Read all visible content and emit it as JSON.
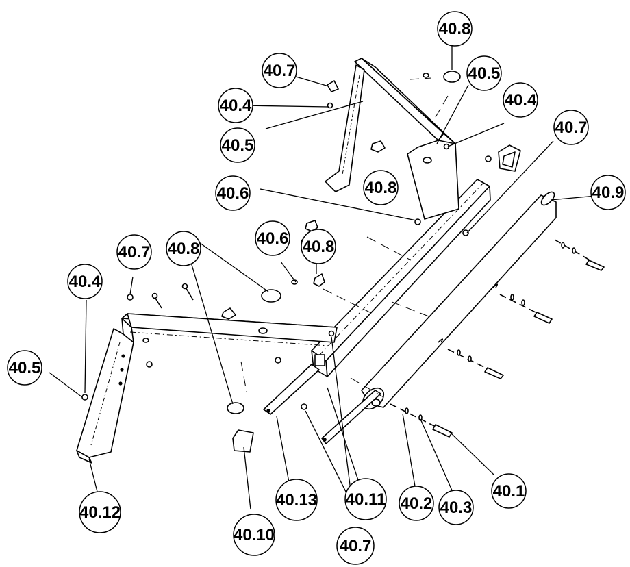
{
  "callouts": [
    {
      "id": "c-40-8-top",
      "label": "40.8"
    },
    {
      "id": "c-40-7-top",
      "label": "40.7"
    },
    {
      "id": "c-40-5-top",
      "label": "40.5"
    },
    {
      "id": "c-40-4-topleft",
      "label": "40.4"
    },
    {
      "id": "c-40-4-topright",
      "label": "40.4"
    },
    {
      "id": "c-40-5-mid",
      "label": "40.5"
    },
    {
      "id": "c-40-7-right",
      "label": "40.7"
    },
    {
      "id": "c-40-9",
      "label": "40.9"
    },
    {
      "id": "c-40-6-top",
      "label": "40.6"
    },
    {
      "id": "c-40-8-mid",
      "label": "40.8"
    },
    {
      "id": "c-40-7-left",
      "label": "40.7"
    },
    {
      "id": "c-40-8-left",
      "label": "40.8"
    },
    {
      "id": "c-40-6-center",
      "label": "40.6"
    },
    {
      "id": "c-40-8-center",
      "label": "40.8"
    },
    {
      "id": "c-40-4-left",
      "label": "40.4"
    },
    {
      "id": "c-40-5-left",
      "label": "40.5"
    },
    {
      "id": "c-40-12",
      "label": "40.12"
    },
    {
      "id": "c-40-13",
      "label": "40.13"
    },
    {
      "id": "c-40-11",
      "label": "40.11"
    },
    {
      "id": "c-40-2",
      "label": "40.2"
    },
    {
      "id": "c-40-3",
      "label": "40.3"
    },
    {
      "id": "c-40-1",
      "label": "40.1"
    },
    {
      "id": "c-40-10",
      "label": "40.10"
    },
    {
      "id": "c-40-7-bottom",
      "label": "40.7"
    }
  ]
}
